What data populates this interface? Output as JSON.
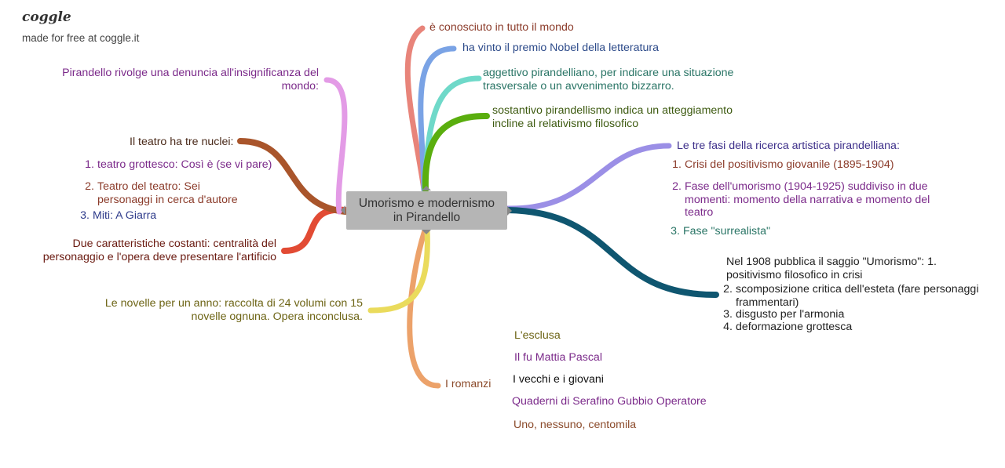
{
  "app": {
    "brand": "coggle",
    "tagline": "made for free at coggle.it"
  },
  "center": {
    "title": "Umorismo e modernismo in Pirandello"
  },
  "colors": {
    "red_soft": "#e8847a",
    "blue": "#7aa3e5",
    "teal": "#6fd9c9",
    "green": "#5aae0e",
    "purple": "#9b8fe6",
    "navy": "#0f5670",
    "orange": "#eca26a",
    "yellow": "#eadb5c",
    "red": "#e24b34",
    "brown": "#a9552b",
    "pink": "#e39be6"
  },
  "top": {
    "n1": "è conosciuto in tutto il mondo",
    "n2": "ha vinto il premio Nobel della letteratura",
    "n3": "aggettivo pirandelliano, per indicare una situazione trasversale o un avvenimento bizzarro.",
    "n4": "sostantivo pirandellismo indica un atteggiamento incline al relativismo filosofico"
  },
  "fasi": {
    "title": "Le tre fasi della ricerca artistica pirandelliana:",
    "items": [
      {
        "n": "1.",
        "text": "Crisi del positivismo giovanile (1895-1904)"
      },
      {
        "n": "2.",
        "text": "Fase dell'umorismo (1904-1925) suddiviso in due momenti: momento della narrativa e momento del teatro"
      },
      {
        "n": "3.",
        "text": "Fase \"surrealista\""
      }
    ]
  },
  "saggio": {
    "title": "Nel 1908 pubblica il saggio \"Umorismo\": 1. positivismo filosofico in crisi",
    "items": [
      {
        "n": "2.",
        "text": "scomposizione critica dell'esteta (fare personaggi frammentari)"
      },
      {
        "n": "3.",
        "text": "disgusto per l'armonia"
      },
      {
        "n": "4.",
        "text": "deformazione grottesca"
      }
    ]
  },
  "left": {
    "denuncia": "Pirandello rivolge una denuncia all'insignificanza del mondo:",
    "teatro": "Il teatro ha tre nuclei:",
    "teatro_items": [
      {
        "n": "1.",
        "text": "teatro grottesco: Così è (se vi pare)"
      },
      {
        "n": "2.",
        "text": "Teatro del teatro: Sei personaggi in cerca d'autore"
      },
      {
        "n": "3.",
        "text": "Miti: A Giarra"
      }
    ],
    "costanti": "Due caratteristiche costanti: centralità del personaggio e l'opera deve presentare l'artificio",
    "novelle": "Le novelle per un anno: raccolta di 24 volumi con 15 novelle ognuna. Opera inconclusa."
  },
  "romanzi": {
    "label": "I romanzi",
    "books": [
      "L'esclusa",
      "Il fu Mattia Pascal",
      "I vecchi e i giovani",
      "Quaderni di Serafino Gubbio Operatore",
      "Uno, nessuno, centomila"
    ]
  }
}
